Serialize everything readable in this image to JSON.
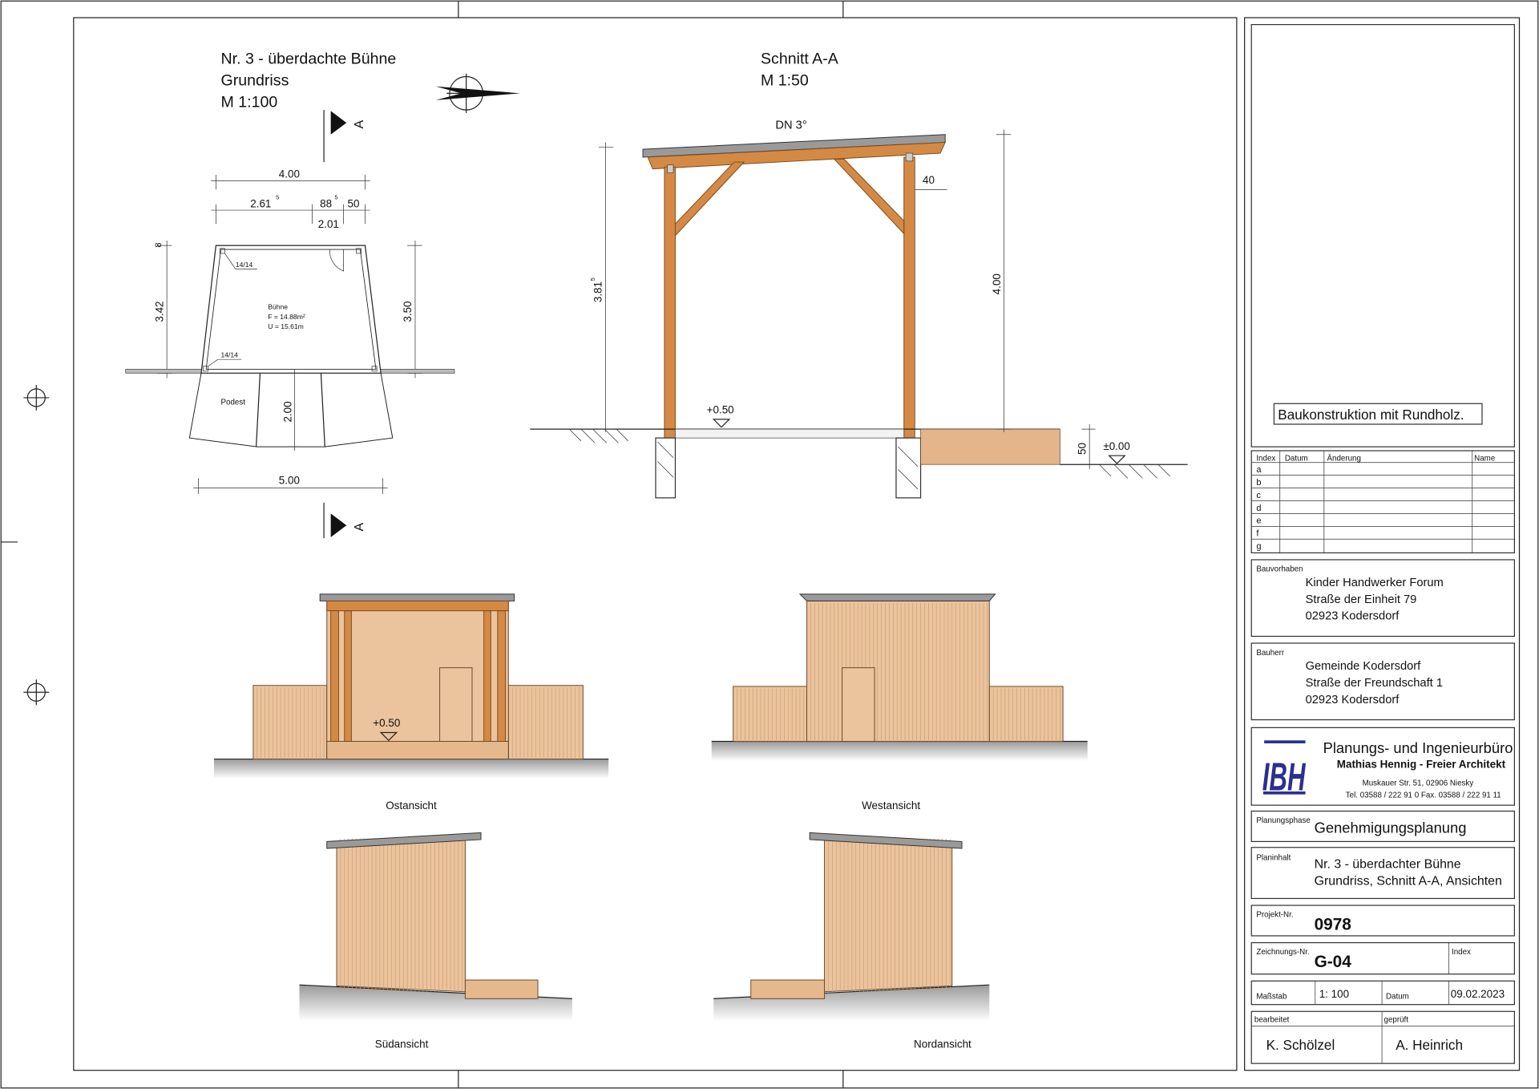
{
  "plan": {
    "title": "Nr. 3 - überdachte Bühne",
    "subtitle": "Grundriss",
    "scale": "M 1:100",
    "section_marker": "A",
    "dims": {
      "width_top": "4.00",
      "seg1": "2.61",
      "seg1_sup": "5",
      "seg2": "88",
      "seg2_sup": "5",
      "seg3": "50",
      "door": "2.01",
      "left": "3.42",
      "right": "3.50",
      "wall": "8",
      "podest": "2.00",
      "width_bottom": "5.00"
    },
    "post_label": "14/14",
    "room": {
      "name": "Bühne",
      "area": "F = 14.88m²",
      "perimeter": "U = 15.61m"
    },
    "podest_label": "Podest"
  },
  "section": {
    "title": "Schnitt A-A",
    "scale": "M 1:50",
    "roof_pitch": "DN 3°",
    "dims": {
      "h_left": "3.81",
      "h_left_sup": "5",
      "h_right": "4.00",
      "post": "40",
      "platform": "50"
    },
    "level_floor": "+0.50",
    "level_ground": "±0.00"
  },
  "elevations": {
    "east": "Ostansicht",
    "west": "Westansicht",
    "south": "Südansicht",
    "north": "Nordansicht",
    "east_level": "+0.50"
  },
  "titleblock": {
    "note": "Baukonstruktion mit Rundholz.",
    "revision_headers": [
      "Index",
      "Datum",
      "Änderung",
      "Name"
    ],
    "revision_rows": [
      "a",
      "b",
      "c",
      "d",
      "e",
      "f",
      "g"
    ],
    "bauvorhaben_label": "Bauvorhaben",
    "bauvorhaben": [
      "Kinder Handwerker Forum",
      "Straße der Einheit 79",
      "02923 Kodersdorf"
    ],
    "bauherr_label": "Bauherr",
    "bauherr": [
      "Gemeinde Kodersdorf",
      "Straße der Freundschaft 1",
      "02923 Kodersdorf"
    ],
    "office": {
      "logo": "IBH",
      "name": "Planungs- und Ingenieurbüro",
      "architect": "Mathias Hennig  -  Freier Architekt",
      "address": "Muskauer Str. 51, 02906 Niesky",
      "phone": "Tel. 03588 / 222 91 0   Fax. 03588 / 222 91 11",
      "color": "#2a2f8f"
    },
    "phase_label": "Planungsphase",
    "phase": "Genehmigungsplanung",
    "content_label": "Planinhalt",
    "content": [
      "Nr. 3 - überdachter Bühne",
      "Grundriss, Schnitt A-A, Ansichten"
    ],
    "project_label": "Projekt-Nr.",
    "project": "0978",
    "drawing_label": "Zeichnungs-Nr.",
    "drawing": "G-04",
    "index_label": "Index",
    "scale_label": "Maßstab",
    "scale": "1: 100",
    "date_label": "Datum",
    "date": "09.02.2023",
    "edited_label": "bearbeitet",
    "edited": "K. Schölzel",
    "checked_label": "geprüft",
    "checked": "A. Heinrich"
  }
}
